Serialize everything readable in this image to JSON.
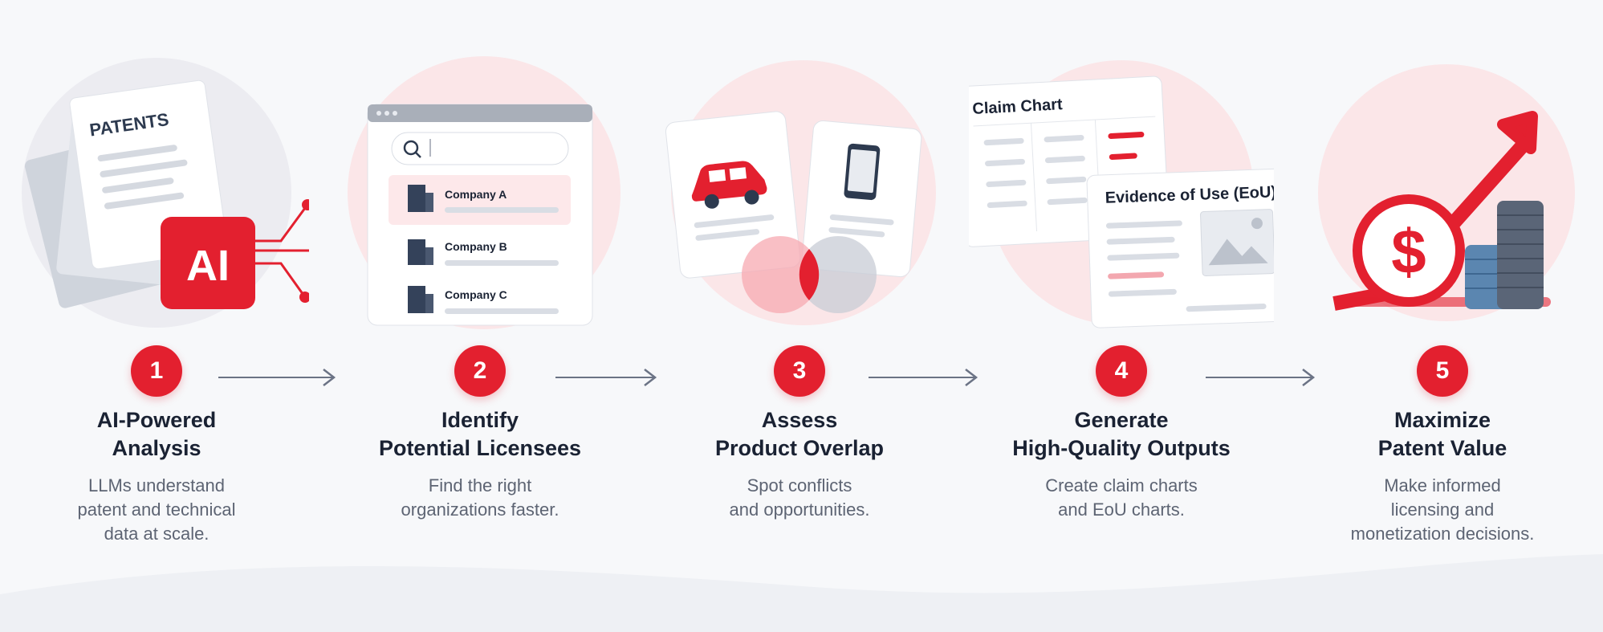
{
  "steps": [
    {
      "number": "1",
      "title": "AI-Powered\nAnalysis",
      "description": "LLMs understand\npatent and technical\ndata at scale.",
      "doc_label": "PATENTS",
      "chip_label": "AI"
    },
    {
      "number": "2",
      "title": "Identify\nPotential Licensees",
      "description": "Find the right\norganizations faster.",
      "companies": [
        "Company A",
        "Company B",
        "Company C"
      ]
    },
    {
      "number": "3",
      "title": "Assess\nProduct Overlap",
      "description": "Spot conflicts\nand opportunities."
    },
    {
      "number": "4",
      "title": "Generate\nHigh-Quality Outputs",
      "description": "Create claim charts\nand EoU charts.",
      "claim_chart_label": "Claim Chart",
      "eou_label": "Evidence of Use (EoU)"
    },
    {
      "number": "5",
      "title": "Maximize\nPatent Value",
      "description": "Make informed\nlicensing and\nmonetization decisions.",
      "coin_symbol": "$"
    }
  ],
  "colors": {
    "accent": "#e3202f",
    "accent_light": "#fde8ea",
    "navy": "#2d3a4f",
    "muted": "#d7dbe2"
  },
  "icons": [
    "document-stack-icon",
    "ai-chip-icon",
    "search-icon",
    "building-icon",
    "car-icon",
    "phone-icon",
    "venn-icon",
    "image-icon",
    "growth-arrow-icon",
    "dollar-coin-icon",
    "coin-stack-icon",
    "arrow-right-icon"
  ]
}
